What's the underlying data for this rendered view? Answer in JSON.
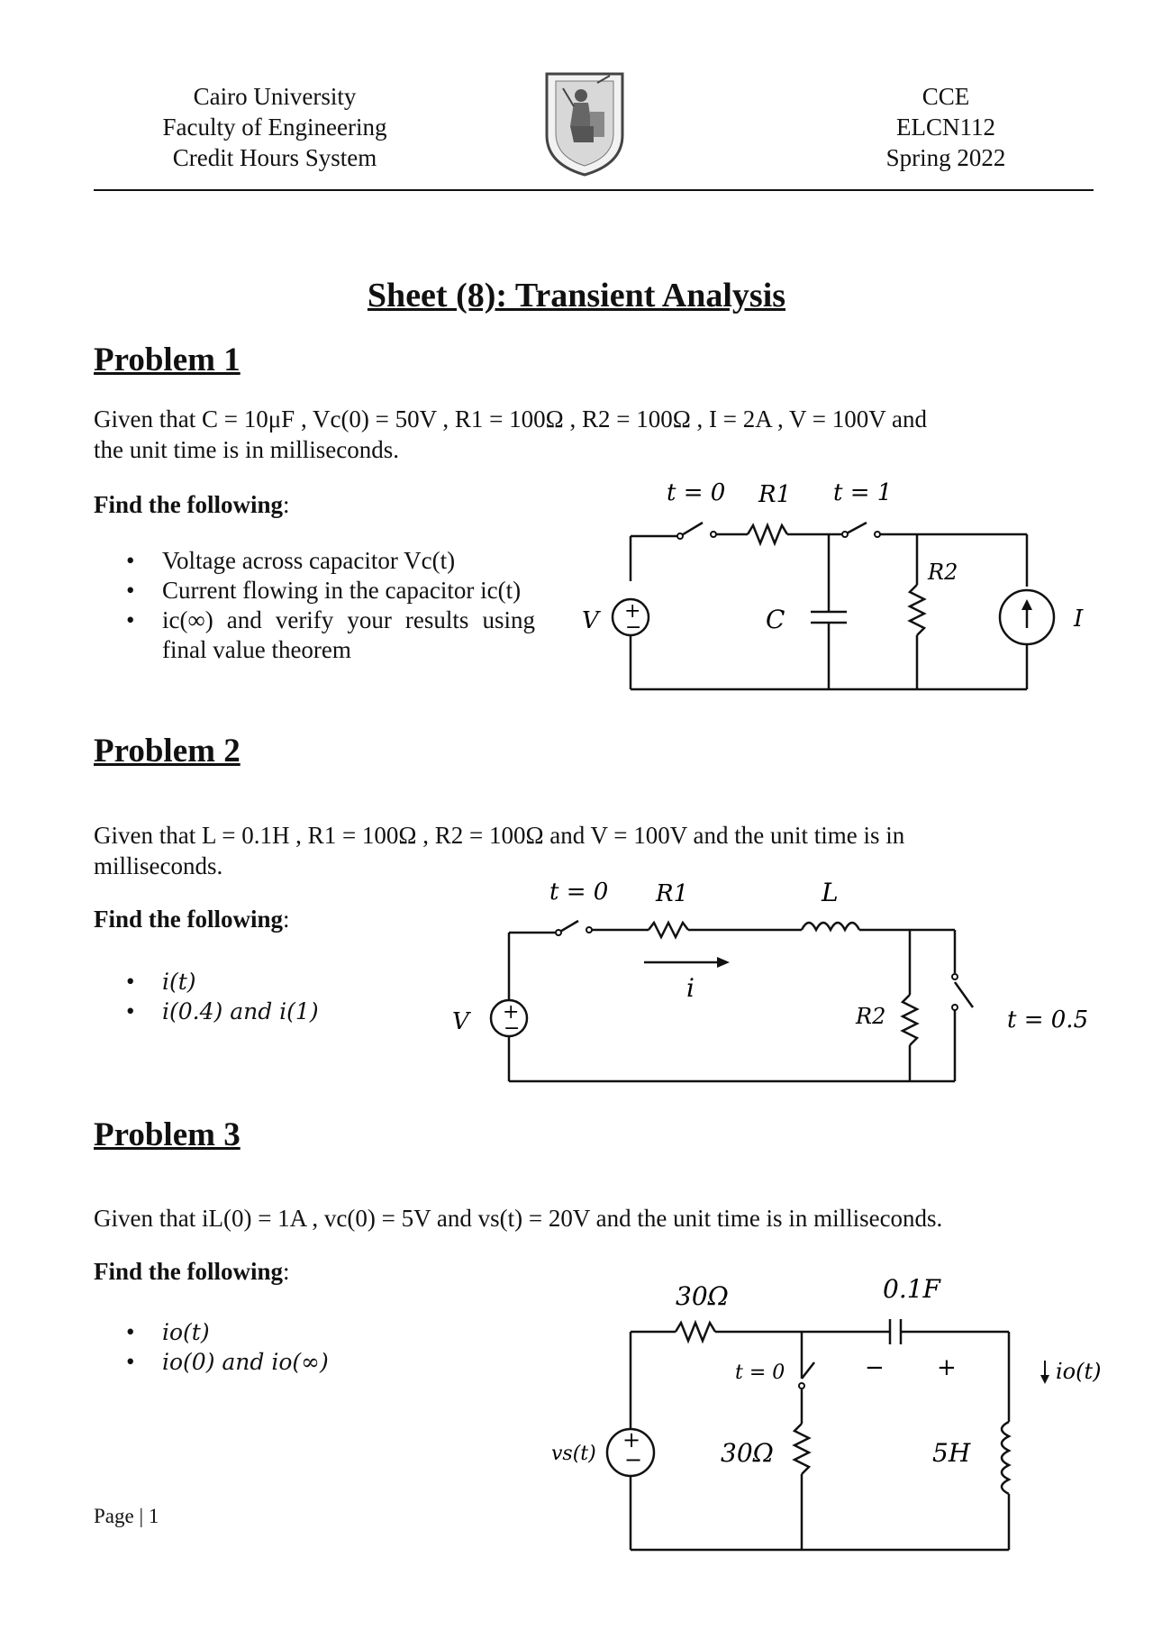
{
  "header": {
    "left_lines": [
      "Cairo University",
      "Faculty of Engineering",
      "Credit Hours System"
    ],
    "right_lines": [
      "CCE",
      "ELCN112",
      "Spring 2022"
    ]
  },
  "title": "Sheet (8): Transient Analysis",
  "problems": [
    {
      "heading": "Problem 1",
      "given_lines": [
        "Given that C = 10μF , Vc(0) = 50V , R1 = 100Ω , R2 = 100Ω , I = 2A , V = 100V and",
        "the unit time is in milliseconds."
      ],
      "find_label": "Find the following",
      "find_colon": ":",
      "items": [
        "Voltage across capacitor Vc(t)",
        "Current flowing in the capacitor ic(t)",
        "ic(∞) and verify your results using final value theorem"
      ],
      "circuit_labels": {
        "sw1": "t = 0",
        "r1": "R1",
        "sw2": "t = 1",
        "src_v": "V",
        "plus": "+",
        "minus": "−",
        "cap": "C",
        "r2": "R2",
        "src_i": "I"
      }
    },
    {
      "heading": "Problem 2",
      "given_lines": [
        "Given that L = 0.1H , R1 = 100Ω , R2 = 100Ω  and V = 100V and the unit time is in",
        "milliseconds."
      ],
      "find_label": "Find the following",
      "find_colon": ":",
      "items": [
        "i(t)",
        "i(0.4) and i(1)"
      ],
      "circuit_labels": {
        "sw1": "t = 0",
        "r1": "R1",
        "ind": "L",
        "cur": "i",
        "src_v": "V",
        "plus": "+",
        "minus": "−",
        "r2": "R2",
        "sw2": "t = 0.5"
      }
    },
    {
      "heading": "Problem 3",
      "given_lines": [
        "Given that iL(0) = 1A , vc(0) = 5V   and vs(t) = 20V and the unit time is in milliseconds."
      ],
      "find_label": "Find the following",
      "find_colon": ":",
      "items": [
        "io(t)",
        "io(0) and io(∞)"
      ],
      "circuit_labels": {
        "r_top": "30Ω",
        "cap": "0.1F",
        "sw": "t = 0",
        "cap_minus": "−",
        "cap_plus": "+",
        "cur": "io(t)",
        "src": "vs(t)",
        "plus": "+",
        "minus": "−",
        "r_mid": "30Ω",
        "ind": "5H"
      }
    }
  ],
  "footer": "Page | 1"
}
